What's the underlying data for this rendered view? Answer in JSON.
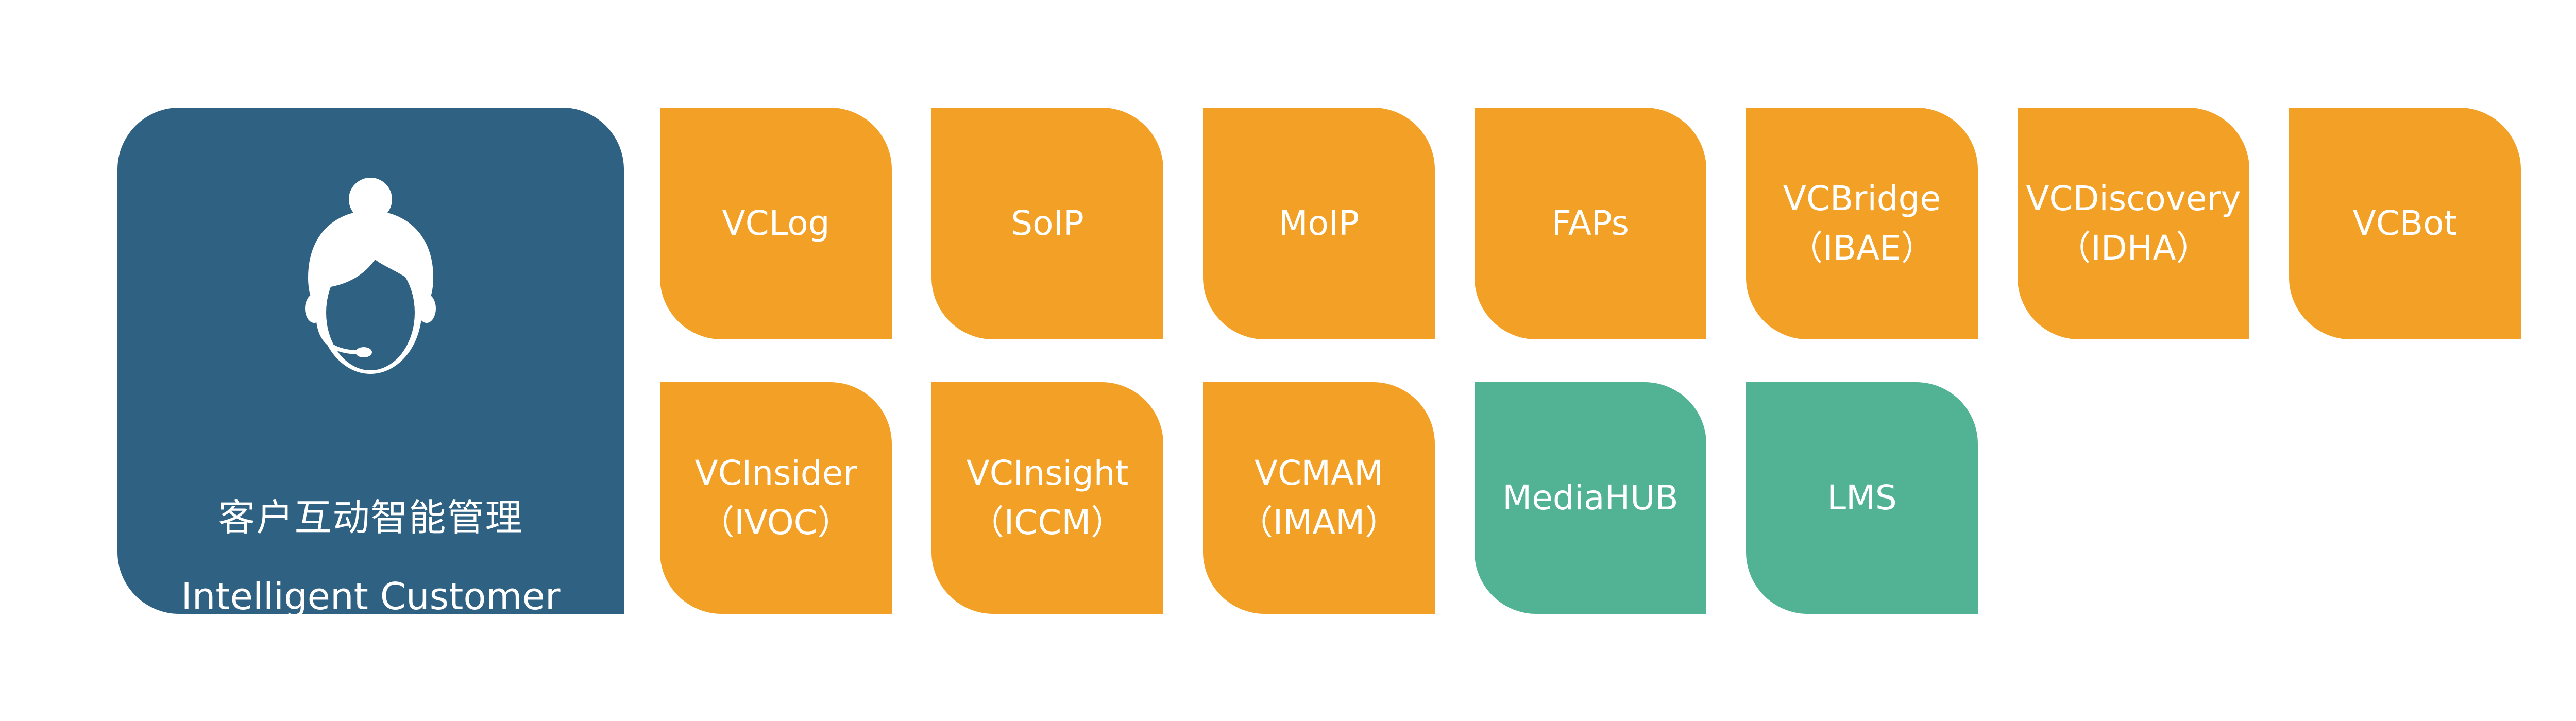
{
  "main": {
    "title_cn": "客户互动智能管理",
    "title_en_line1": "Intelligent Customer",
    "title_en_line2": "Interaction Management",
    "icon": "customer-service-agent-icon",
    "color": "#2f6183"
  },
  "colors": {
    "orange": "#f2a126",
    "green": "#52b394"
  },
  "row1": [
    {
      "name": "VCLog",
      "sub": ""
    },
    {
      "name": "SoIP",
      "sub": ""
    },
    {
      "name": "MoIP",
      "sub": ""
    },
    {
      "name": "FAPs",
      "sub": ""
    },
    {
      "name": "VCBridge",
      "sub": "（IBAE）"
    },
    {
      "name": "VCDiscovery",
      "sub": "（IDHA）"
    },
    {
      "name": "VCBot",
      "sub": ""
    }
  ],
  "row2": [
    {
      "name": "VCInsider",
      "sub": "（IVOC）"
    },
    {
      "name": "VCInsight",
      "sub": "（ICCM）"
    },
    {
      "name": "VCMAM",
      "sub": "（IMAM）"
    },
    {
      "name": "MediaHUB",
      "sub": ""
    },
    {
      "name": "LMS",
      "sub": ""
    }
  ]
}
